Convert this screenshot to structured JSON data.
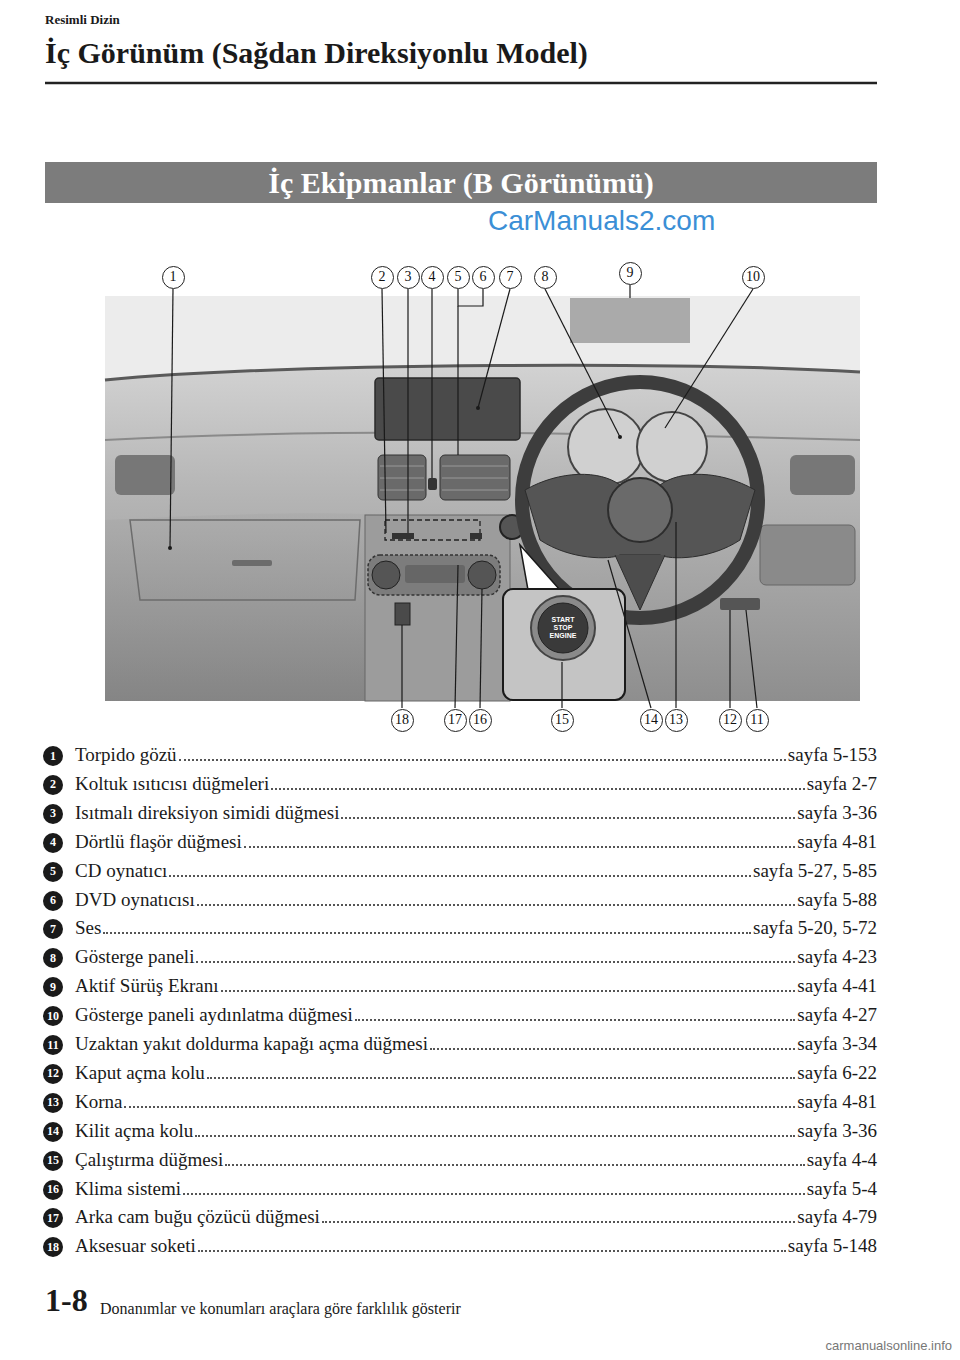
{
  "diagram": {
    "title": "İç Görünüm (Sağdan Direksiyonlu Model)",
    "nodes": [
      {
        "text": [
          "İç Ekipmanlar (B Görünümü)"
        ]
      },
      {
        "text": [
          "1"
        ]
      },
      {
        "text": [
          "2"
        ]
      },
      {
        "text": [
          "3"
        ]
      },
      {
        "text": [
          "4"
        ]
      },
      {
        "text": [
          "5"
        ]
      },
      {
        "text": [
          "6"
        ]
      },
      {
        "text": [
          "7"
        ]
      },
      {
        "text": [
          "8"
        ]
      },
      {
        "text": [
          "9"
        ]
      },
      {
        "text": [
          "10"
        ]
      },
      {
        "text": [
          "18"
        ]
      },
      {
        "text": [
          "17"
        ]
      },
      {
        "text": [
          "16"
        ]
      },
      {
        "text": [
          "15"
        ]
      },
      {
        "text": [
          "14"
        ]
      },
      {
        "text": [
          "13"
        ]
      },
      {
        "text": [
          "12"
        ]
      },
      {
        "text": [
          "11"
        ]
      },
      {
        "text": [
          "1"
        ]
      },
      {
        "text": [
          "2"
        ]
      },
      {
        "text": [
          "3"
        ]
      },
      {
        "text": [
          "4"
        ]
      },
      {
        "text": [
          "5"
        ]
      },
      {
        "text": [
          "6"
        ]
      },
      {
        "text": [
          "7"
        ]
      },
      {
        "text": [
          "8"
        ]
      },
      {
        "text": [
          "9"
        ]
      },
      {
        "text": [
          "10"
        ]
      },
      {
        "text": [
          "11"
        ]
      },
      {
        "text": [
          "12"
        ]
      },
      {
        "text": [
          "13"
        ]
      },
      {
        "text": [
          "14"
        ]
      },
      {
        "text": [
          "15"
        ]
      },
      {
        "text": [
          "16"
        ]
      },
      {
        "text": [
          "17"
        ]
      },
      {
        "text": [
          "18"
        ]
      }
    ],
    "labels": [
      "Resimli Dizin",
      "CarManuals2.com",
      "Torpido gözü",
      "sayfa 5-153",
      "Koltuk ısıtıcısı düğmeleri",
      "sayfa 2-7",
      "Isıtmalı direksiyon simidi düğmesi",
      "sayfa 3-36",
      "Dörtlü flaşör düğmesi",
      "sayfa 4-81",
      "CD oynatıcı",
      "sayfa 5-27, 5-85",
      "DVD oynatıcısı",
      "sayfa 5-88",
      "Ses",
      "sayfa 5-20, 5-72",
      "Gösterge paneli",
      "sayfa 4-23",
      "Aktif Sürüş Ekranı",
      "sayfa 4-41",
      "Gösterge paneli aydınlatma düğmesi",
      "sayfa 4-27",
      "Uzaktan yakıt doldurma kapağı açma düğmesi",
      "sayfa 3-34",
      "Kaput açma kolu",
      "sayfa 6-22",
      "Korna",
      "sayfa 4-81",
      "Kilit açma kolu",
      "sayfa 3-36",
      "Çalıştırma düğmesi",
      "sayfa 4-4",
      "Klima sistemi",
      "sayfa 5-4",
      "Arka cam buğu çözücü düğmesi",
      "sayfa 4-79",
      "Aksesuar soketi",
      "sayfa 5-148",
      "START STOP ENGINE",
      "1-8",
      "Donanımlar ve konumları araçlara göre farklılık gösterir",
      "carmanualsonline.info"
    ]
  }
}
